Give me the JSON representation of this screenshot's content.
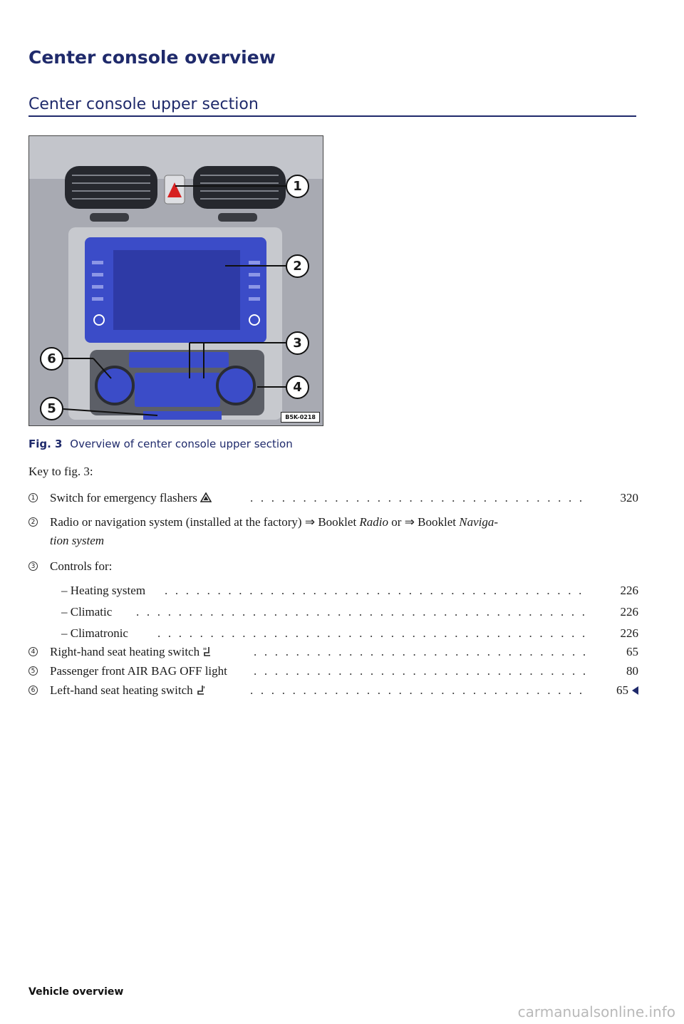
{
  "header": {
    "page_title": "Center console overview",
    "section_title": "Center console upper section"
  },
  "figure": {
    "code": "B5K-0218",
    "callouts": [
      "1",
      "2",
      "3",
      "4",
      "5",
      "6"
    ],
    "caption_label": "Fig. 3",
    "caption_text": "Overview of center console upper section"
  },
  "key": {
    "intro": "Key to fig. 3:",
    "items": [
      {
        "num": "1",
        "text": "Switch for emergency flashers",
        "icon": "warning-triangle-icon",
        "page": "320"
      },
      {
        "num": "2",
        "text_line1_a": "Radio or navigation system (installed at the factory) ⇒ Booklet ",
        "text_line1_italic": "Radio",
        "text_line1_b": " or ⇒ Booklet ",
        "text_line1_italic2": "Naviga-",
        "text_line2": "tion system"
      },
      {
        "num": "3",
        "text": "Controls for:"
      },
      {
        "text": "– Heating system",
        "page": "226"
      },
      {
        "text": "– Climatic",
        "page": "226"
      },
      {
        "text": "– Climatronic",
        "page": "226"
      },
      {
        "num": "4",
        "text": "Right-hand seat heating switch",
        "icon": "seat-heating-icon",
        "page": "65"
      },
      {
        "num": "5",
        "text": "Passenger front AIR BAG OFF light",
        "page": "80"
      },
      {
        "num": "6",
        "text": "Left-hand seat heating switch",
        "icon": "seat-heating-icon",
        "page": "65"
      }
    ]
  },
  "footer": {
    "text": "Vehicle overview",
    "watermark": "carmanualsonline.info"
  },
  "colors": {
    "heading": "#1f2a6b",
    "screen_surround": "#3b4cc8",
    "hazard": "#d62020"
  }
}
